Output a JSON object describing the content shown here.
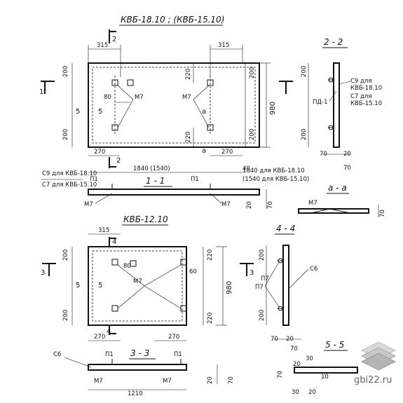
{
  "top": {
    "title": "КВБ-18.10 ; (КВБ-15.10)",
    "dim_315_left": "315",
    "dim_315_right": "315",
    "dim_200_top": "200",
    "dim_200_bottom": "200",
    "dim_220_top": "220",
    "dim_220_bottom": "220",
    "dim_200_right": "200",
    "dim_200_right_bottom": "200",
    "dim_980": "980",
    "dim_80": "80",
    "dim_270_left": "270",
    "dim_270_right": "270",
    "dim_1840": "1840 (1540)",
    "dim_40": "40",
    "m7_left": "M7",
    "m7_right": "M7",
    "label_5a": "5",
    "label_5b": "5",
    "label_a": "а",
    "label_a2": "а",
    "cut_1": "1",
    "cut_2_top": "2",
    "cut_2_bottom": "2"
  },
  "sec11": {
    "title": "1 - 1",
    "c9_note": "С9 для КВБ-18.10",
    "c7_note": "С7 для КВБ-15.10",
    "p1_left": "П1",
    "p1_right": "П1",
    "m7_left": "M7",
    "m7_right": "M7",
    "note_1": "1840 для КВБ-18.10",
    "note_2": "(1540 для КВБ-15.10)",
    "dim_20": "20",
    "dim_70": "70"
  },
  "sec22": {
    "title": "2 - 2",
    "c9": "С9 для",
    "c9b": "КВБ-18.10",
    "c7": "С7 для",
    "c7b": "КВБ-15.10",
    "pd": "ПД-1",
    "dim_200_top": "200",
    "dim_200_bottom": "200",
    "dim_70": "70",
    "dim_20": "20",
    "dim_70b": "70"
  },
  "secaa": {
    "title": "а - а",
    "m7": "M7",
    "dim_70": "70"
  },
  "mid": {
    "title": "КВБ-12.10",
    "dim_315": "315",
    "dim_200_top": "200",
    "dim_200_bottom": "200",
    "dim_220_top": "220",
    "dim_220_bottom": "220",
    "dim_980": "980",
    "dim_80": "80",
    "dim_60": "60",
    "m7": "M7",
    "label_5a": "5",
    "label_5b": "5",
    "dim_270_left": "270",
    "dim_270_right": "270",
    "cut_3_left": "3",
    "cut_3_right": "3",
    "cut_4_top": "4",
    "cut_4_bottom": "4"
  },
  "sec33": {
    "title": "3 - 3",
    "c6": "С6",
    "p1_left": "П1",
    "p1_right": "П1",
    "m7_left": "M7",
    "m7_right": "M7",
    "dim_1210": "1210",
    "dim_20": "20",
    "dim_70": "70"
  },
  "sec44": {
    "title": "4 - 4",
    "c6": "С6",
    "p7": "П7",
    "p7b": "П7",
    "dim_200_top": "200",
    "dim_200_bottom": "200",
    "dim_70": "70",
    "dim_20": "20",
    "dim_70b": "70"
  },
  "sec55": {
    "title": "5 - 5",
    "dim_30": "30",
    "dim_20": "20",
    "dim_10": "10",
    "dim_70": "70",
    "dim_30b": "30",
    "dim_20b": "20"
  },
  "watermark": {
    "text": "gbi22.ru"
  }
}
